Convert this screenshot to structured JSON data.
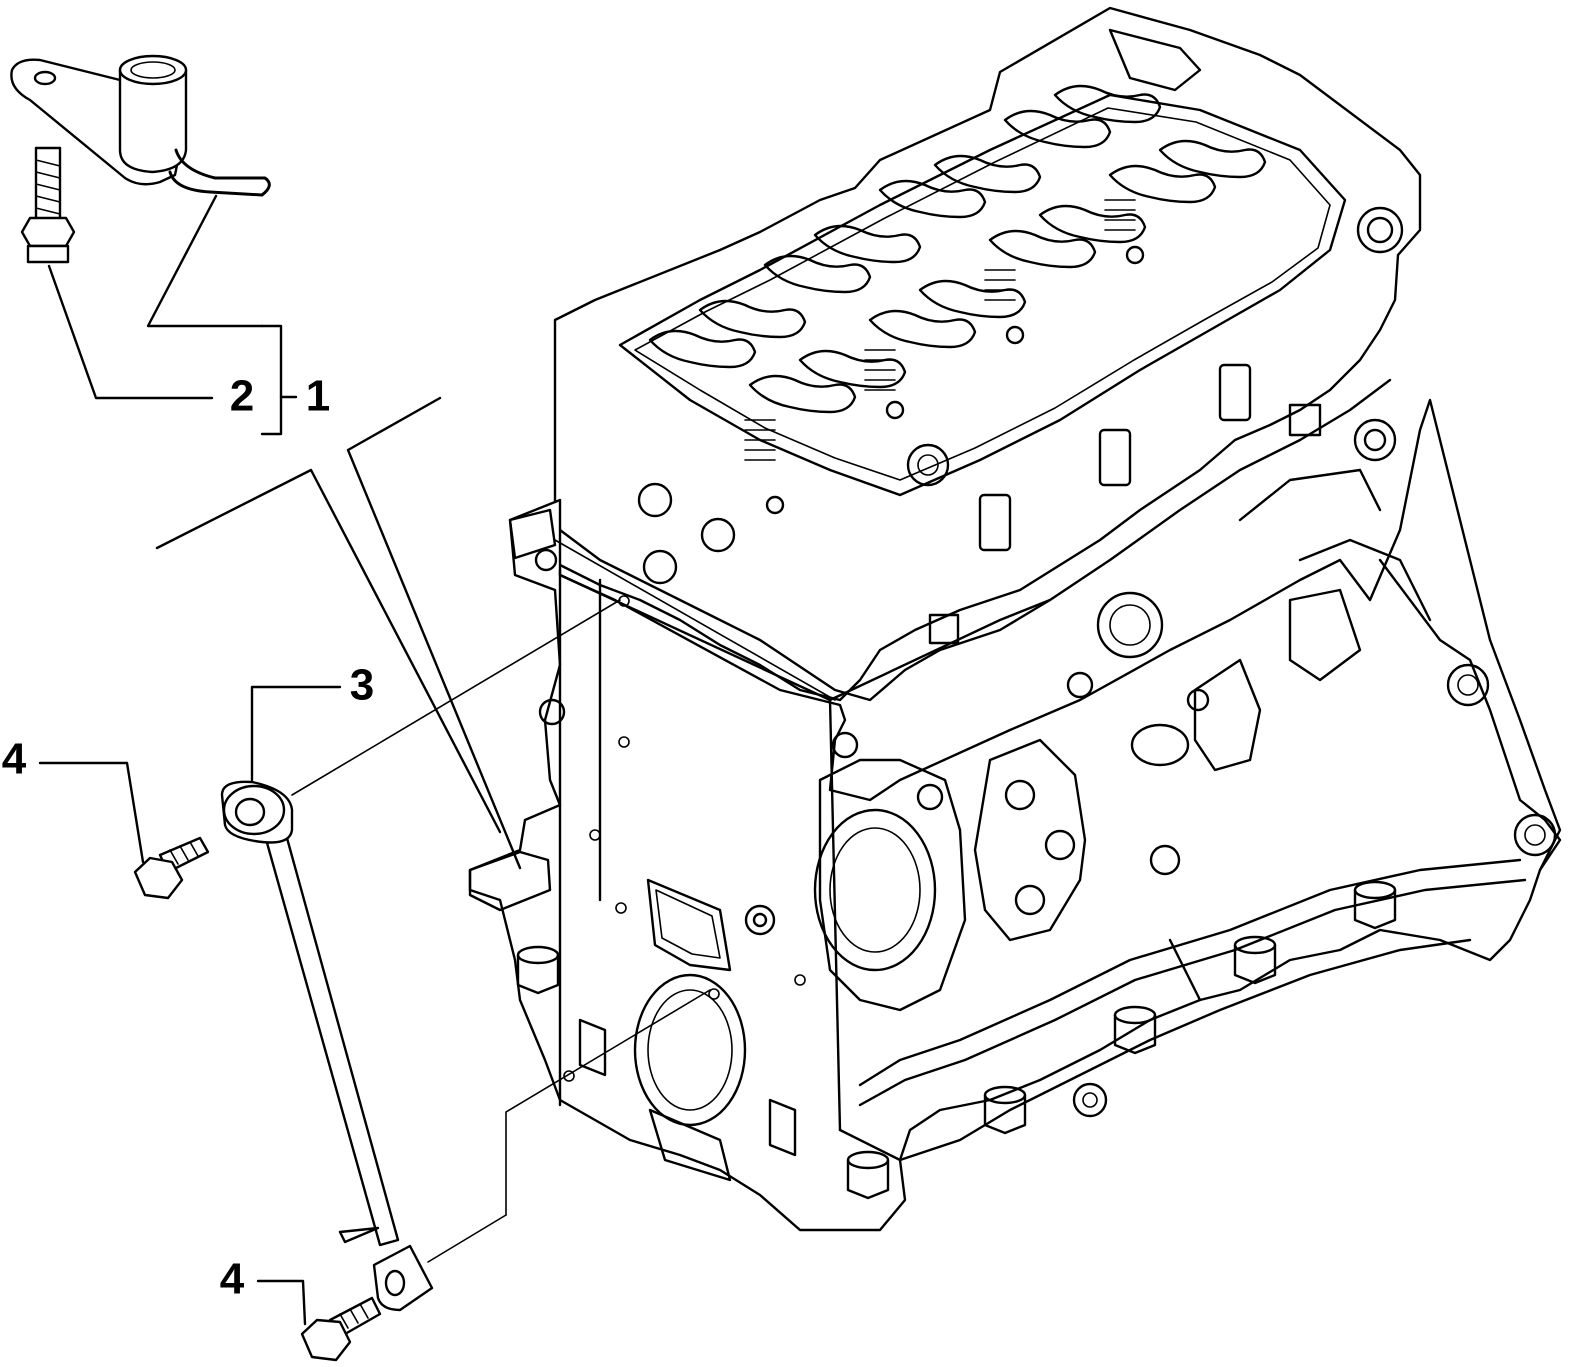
{
  "callouts": [
    {
      "id": "c1",
      "text": "1"
    },
    {
      "id": "c2",
      "text": "2"
    },
    {
      "id": "c3",
      "text": "3"
    },
    {
      "id": "c4a",
      "text": "4"
    },
    {
      "id": "c4b",
      "text": "4"
    }
  ],
  "colors": {
    "line": "#000000",
    "background": "#ffffff"
  }
}
